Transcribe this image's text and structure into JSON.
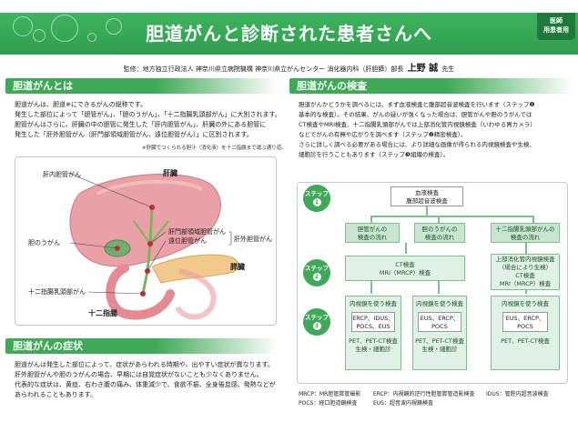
{
  "header": {
    "title": "胆道がんと診断された患者さんへ",
    "badge_line1": "医師",
    "badge_line2": "用患者用",
    "supervisor_prefix": "監修：地方独立行政法人 神奈川県立病院機構 神奈川県立がんセンター 消化器内科（肝胆膵）部長",
    "supervisor_name": "上野 誠",
    "supervisor_suffix": "先生"
  },
  "left": {
    "section1_title": "胆道がんとは",
    "section1_p1": "胆道がんは、胆道※にできるがんの総称です。",
    "section1_p2": "発生した部位によって「胆管がん」、「胆のうがん」、「十二指腸乳頭部がん」に大別されます。",
    "section1_p3": "胆管がんはさらに、肝臓の中の胆管に発生した「肝内胆管がん」、肝臓の外にある胆管に",
    "section1_p4": "発生した「肝外胆管がん（肝門部領域胆管がん、遠位胆管がん）」に区別されます。",
    "section1_note": "※肝臓でつくられる胆汁（消化液）を十二指腸まで運ぶ通り道。",
    "diagram_labels": {
      "intrahepatic": "肝内胆管がん",
      "liver": "肝臓",
      "gallbladder": "胆のうがん",
      "hilar": "肝門部領域胆管がん",
      "distal": "遠位胆管がん",
      "extrahepatic": "肝外胆管がん",
      "pancreas": "膵臓",
      "ampulla": "十二指腸乳頭部がん",
      "duodenum": "十二指腸"
    },
    "section2_title": "胆道がんの症状",
    "section2_p1": "胆道がんは発生した部位によって、症状があらわれる時期や、出やすい症状が異なります。",
    "section2_p2": "肝外胆管がんや胆のうがんの場合、早期には自覚症状がないことも少なくありません。",
    "section2_p3": "代表的な症状は、黄疸、右わき腹の痛み、体重減少で、食欲不振、全身倦怠感、発熱などが",
    "section2_p4": "あらわれることもあります。"
  },
  "right": {
    "section_title": "胆道がんの検査",
    "p1": "胆道がんかどうかを調べるには、まず血液検査と腹部超音波検査を行います（ステップ❶",
    "p2": "基本的な検査）。その結果、がんの疑いが強くなった場合は、胆管がんや胆のうがんでは",
    "p3": "CT検査やMRI検査、十二指腸乳頭部がんでは上部消化管内視鏡検査（いわゆる胃カメラ）",
    "p4": "などでがんの有無や広がりを調べます（ステップ❷精密検査）。",
    "p5": "さらに詳しく調べる必要がある場合には、より詳細な画像が得られる内視鏡検査や生検、",
    "p6": "細胞診を行うこともあります（ステップ❸組織の検査）。",
    "steps": [
      {
        "label": "ステップ",
        "num": "1"
      },
      {
        "label": "ステップ",
        "num": "2"
      },
      {
        "label": "ステップ",
        "num": "3"
      }
    ],
    "top_box_line1": "血液検査",
    "top_box_line2": "腹部超音波検査",
    "col1_title_1": "胆管がんの",
    "col1_title_2": "検査の流れ",
    "col2_title_1": "胆のうがんの",
    "col2_title_2": "検査の流れ",
    "col3_title_1": "十二指腸乳頭部がんの",
    "col3_title_2": "検査の流れ",
    "ct_line1": "CT検査",
    "ct_line2": "MRI（MRCP）検査",
    "col3_step2_line1": "上部消化管内視鏡検査",
    "col3_step2_line2": "（場合により生検）",
    "col3_step2_line3": "CT検査",
    "col3_step2_line4": "MRI（MRCP）検査",
    "endo_title": "内視鏡を使う検査",
    "col1_endo_1": "ERCP、IDUS、",
    "col1_endo_2": "POCS、EUS",
    "col2_endo_1": "EUS、ERCP、",
    "col2_endo_2": "POCS",
    "col3_endo_1": "EUS、ERCP、",
    "col3_endo_2": "POCS",
    "pet_1": "PET、PET-CT検査",
    "pet_2": "生検・細胞診"
  },
  "abbr": {
    "a1": "MRCP：MR胆管膵管撮影",
    "a2": "ERCP：内視鏡的逆行性胆管膵管造影検査",
    "a3": "IDUS：管腔内超音波検査",
    "a4": "POCS：経口胆道鏡検査",
    "a5": "EUS：超音波内視鏡検査"
  },
  "colors": {
    "green": "#3fa957",
    "dark_green": "#1e7a3a",
    "light_green": "#dff0e4"
  }
}
